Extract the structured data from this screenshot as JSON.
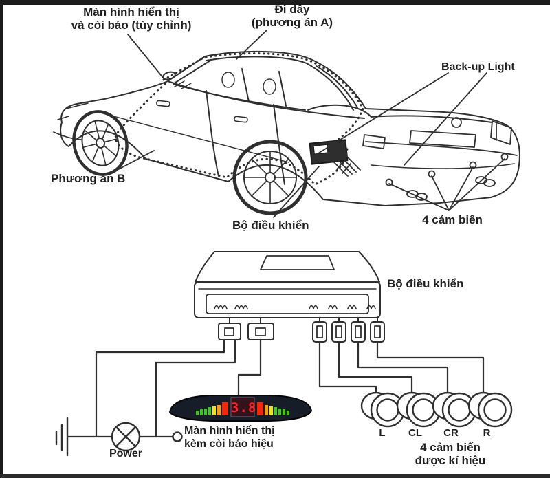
{
  "car_diagram": {
    "labels": {
      "display_buzzer": "Màn hình hiển thị\nvà còi báo (tùy chỉnh)",
      "wiring_option_a": "Đi dây\n(phương án A)",
      "backup_light": "Back-up Light",
      "option_b": "Phương án B",
      "control_unit": "Bộ điều khiển",
      "four_sensors": "4 cảm biến"
    }
  },
  "wiring_diagram": {
    "control_box_label": "Bộ điều khiển",
    "power_label": "Power",
    "display_label": "Màn hình hiển thị\nkèm còi báo hiệu",
    "display_unit": {
      "value": "3.8",
      "digit_color": "#ff2525",
      "led_colors": [
        "#3ec914",
        "#f0e11a",
        "#f59d10",
        "#f02a0c"
      ]
    },
    "sensor_labels": [
      "L",
      "CL",
      "CR",
      "R"
    ],
    "sensors_caption": "4 cảm biến\nđược kí hiệu"
  }
}
